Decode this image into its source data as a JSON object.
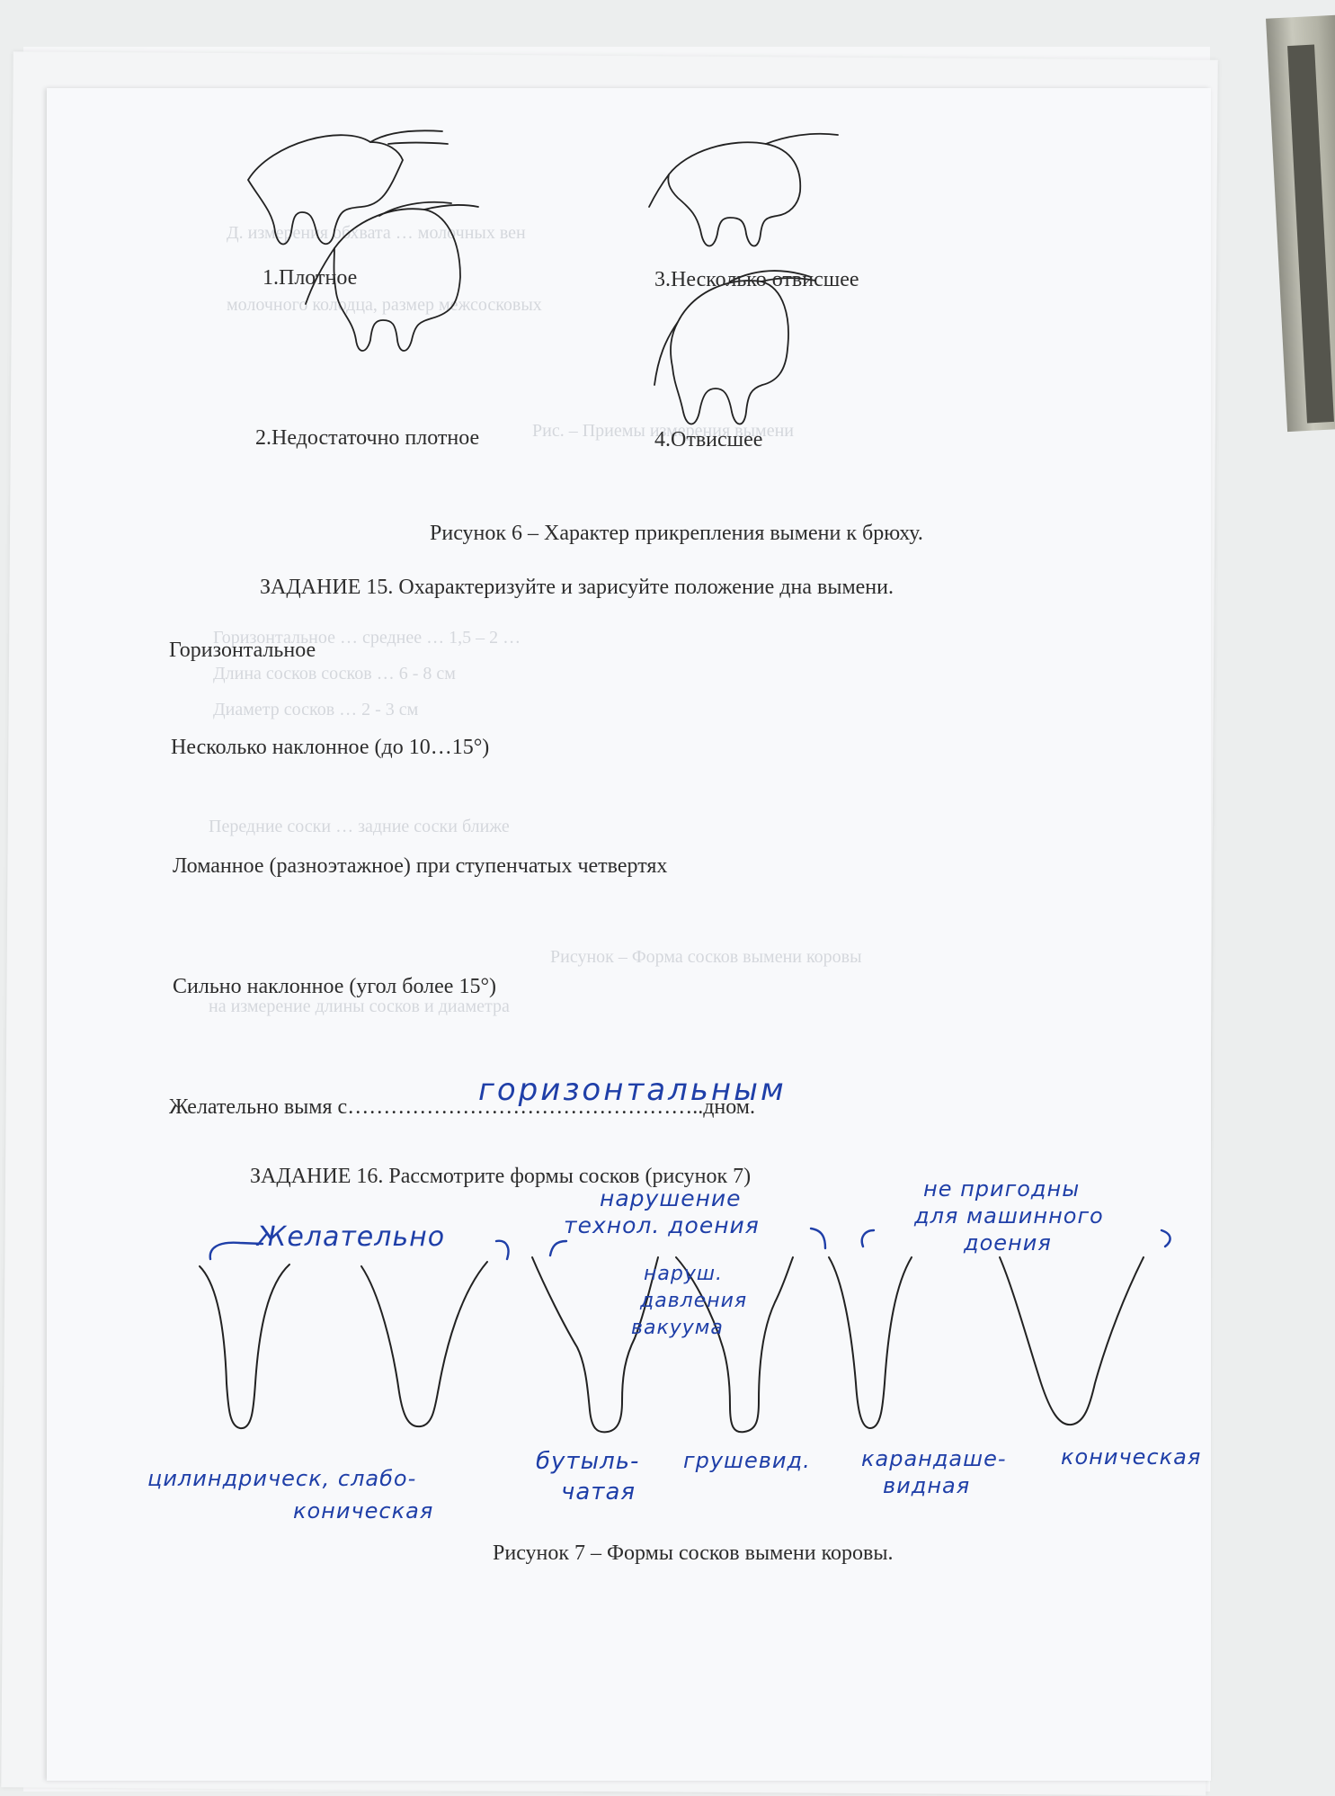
{
  "figure6": {
    "label1": "1.Плотное",
    "label2": "2.Недостаточно плотное",
    "label3": "3.Несколько отвисшее",
    "label4": "4.Отвисшее",
    "caption": "Рисунок 6 – Характер прикрепления вымени к брюху."
  },
  "task15": {
    "heading": "ЗАДАНИЕ 15. Охарактеризуйте и зарисуйте положение дна вымени.",
    "options": [
      "Горизонтальное",
      "Несколько наклонное (до 10…15°)",
      "Ломанное (разноэтажное) при ступенчатых четвертях",
      "Сильно наклонное (угол более 15°)"
    ],
    "answer_prefix": "Желательно вымя с",
    "answer_dots": "…………………………………………",
    "answer_handwritten": "горизонтальным",
    "answer_suffix": "..дном."
  },
  "task16": {
    "heading": "ЗАДАНИЕ 16. Рассмотрите формы сосков (рисунок 7)",
    "caption": "Рисунок 7 – Формы сосков вымени коровы.",
    "notes": {
      "group1_top": "Желательно",
      "group2_top_line1": "нарушение",
      "group2_top_line2": "технол. доения",
      "group2_mid_line1": "наруш.",
      "group2_mid_line2": "давления",
      "group2_mid_line3": "вакуума",
      "group3_top_line1": "не пригодны",
      "group3_top_line2": "для машинного",
      "group3_top_line3": "доения",
      "shape1_line1": "цилиндрическ, слабо-",
      "shape1_line2": "коническая",
      "shape2_line1": "бутыль-",
      "shape2_line2": "чатая",
      "shape3": "грушевид.",
      "shape4_line1": "карандаше-",
      "shape4_line2": "видная",
      "shape5": "коническая"
    }
  },
  "ghost_text": [
    "Д. измерения обхвата … молочных вен",
    "молочного колодца, размер межсосковых",
    "Рис. – Приемы измерения вымени",
    "Горизонтальное … среднее … 1,5 – 2 …",
    "Длина сосков сосков … 6 - 8 см",
    "Диаметр сосков … 2 - 3 см",
    "Передние соски … задние соски ближе",
    "Рисунок – Форма сосков вымени коровы",
    "на измерение длины сосков и диаметра"
  ]
}
